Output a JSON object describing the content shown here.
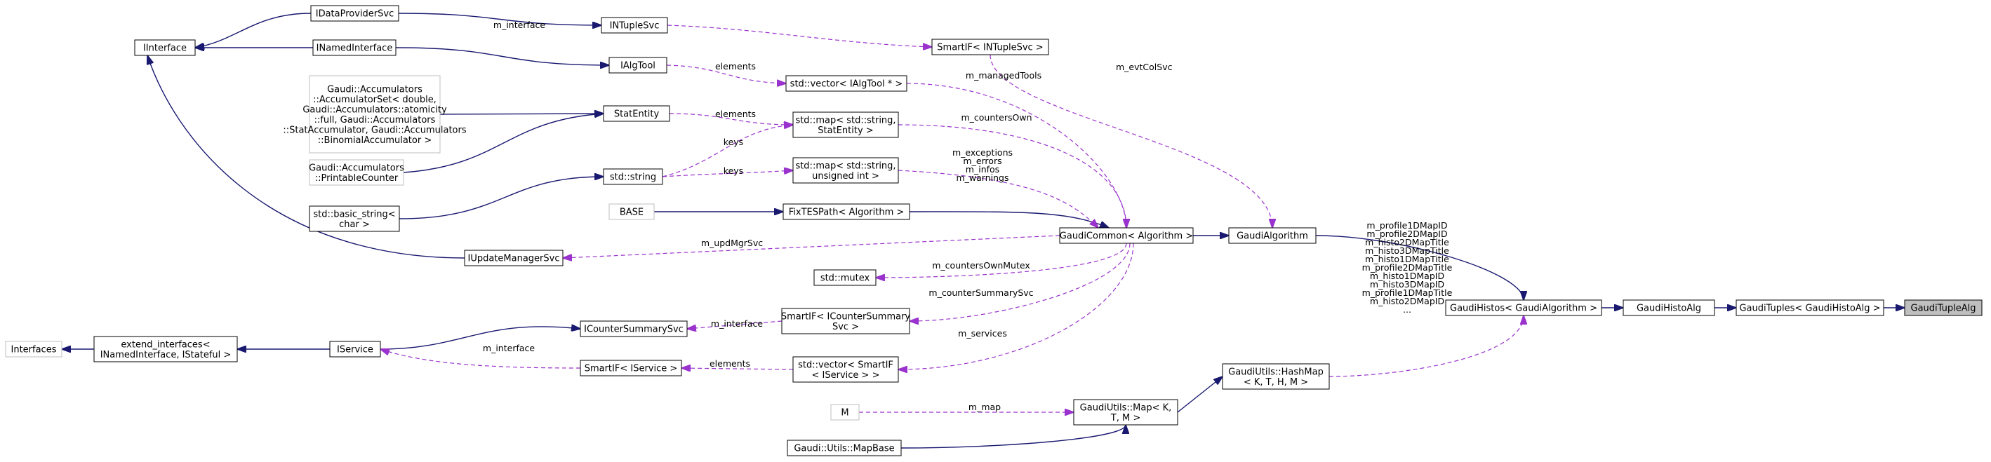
{
  "nodes": {
    "GaudiTupleAlg": [
      "GaudiTupleAlg"
    ],
    "GaudiTuples": [
      "GaudiTuples< GaudiHistoAlg >"
    ],
    "GaudiHistoAlg": [
      "GaudiHistoAlg"
    ],
    "GaudiHistos": [
      "GaudiHistos< GaudiAlgorithm >"
    ],
    "GaudiAlgorithm": [
      "GaudiAlgorithm"
    ],
    "GaudiCommon": [
      "GaudiCommon< Algorithm >"
    ],
    "FixTESPath": [
      "FixTESPath< Algorithm >"
    ],
    "BASE": [
      "BASE"
    ],
    "IUpdateManagerSvc": [
      "IUpdateManagerSvc"
    ],
    "IInterface": [
      "IInterface"
    ],
    "IDataProviderSvc": [
      "IDataProviderSvc"
    ],
    "INamedInterface": [
      "INamedInterface"
    ],
    "INTupleSvc": [
      "INTupleSvc"
    ],
    "IAlgTool": [
      "IAlgTool"
    ],
    "StatEntity": [
      "StatEntity"
    ],
    "AccumulatorSet": [
      "Gaudi::Accumulators",
      "::AccumulatorSet< double,",
      " Gaudi::Accumulators::atomicity",
      "::full, Gaudi::Accumulators",
      "::StatAccumulator, Gaudi::Accumulators",
      "::BinomialAccumulator >"
    ],
    "PrintableCounter": [
      "Gaudi::Accumulators",
      "::PrintableCounter"
    ],
    "stdString": [
      "std::string"
    ],
    "basicString": [
      "std::basic_string<",
      " char >"
    ],
    "SmartIFNTuple": [
      "SmartIF< INTupleSvc >"
    ],
    "vecIAlgTool": [
      "std::vector< IAlgTool * >"
    ],
    "mapStatEntity": [
      "std::map< std::string,",
      " StatEntity >"
    ],
    "mapUInt": [
      "std::map< std::string,",
      " unsigned int >"
    ],
    "stdMutex": [
      "std::mutex"
    ],
    "SmartIFCounter": [
      "SmartIF< ICounterSummary",
      "Svc >"
    ],
    "vecSmartIF": [
      "std::vector< SmartIF",
      "< IService > >"
    ],
    "ICounterSummarySvc": [
      "ICounterSummarySvc"
    ],
    "SmartIFIService": [
      "SmartIF< IService >"
    ],
    "IService": [
      "IService"
    ],
    "extendInterfaces": [
      "extend_interfaces<",
      " INamedInterface, IStateful >"
    ],
    "Interfaces": [
      "Interfaces"
    ],
    "GaudiUtilsHashMap": [
      "GaudiUtils::HashMap",
      "< K, T, H, M >"
    ],
    "GaudiUtilsMap": [
      "GaudiUtils::Map< K,",
      " T, M >"
    ],
    "M": [
      "M"
    ],
    "MapBase": [
      "Gaudi::Utils::MapBase"
    ]
  },
  "edge_labels": {
    "m_interface_ntuple": [
      "m_interface"
    ],
    "m_evtColSvc": [
      "m_evtColSvc"
    ],
    "elements_tools": [
      "elements"
    ],
    "m_managedTools": [
      "m_managedTools"
    ],
    "elements_stat": [
      "elements"
    ],
    "m_countersOwn": [
      "m_countersOwn"
    ],
    "keys_stat": [
      "keys"
    ],
    "keys_uint": [
      "keys"
    ],
    "m_counts": [
      "m_exceptions",
      "m_errors",
      "m_infos",
      "m_warnings"
    ],
    "m_updMgrSvc": [
      "m_updMgrSvc"
    ],
    "m_countersOwnMutex": [
      "m_countersOwnMutex"
    ],
    "m_counterSummarySvc": [
      "m_counterSummarySvc"
    ],
    "m_interface_counter": [
      "m_interface"
    ],
    "m_services": [
      "m_services"
    ],
    "elements_service": [
      "elements"
    ],
    "m_interface_service": [
      "m_interface"
    ],
    "m_map": [
      "m_map"
    ],
    "histo_ids": [
      "m_profile1DMapID",
      "m_profile2DMapID",
      "m_histo2DMapTitle",
      "m_histo3DMapTitle",
      "m_histo1DMapTitle",
      "m_profile2DMapTitle",
      "m_histo1DMapID",
      "m_histo3DMapID",
      "m_profile1DMapTitle",
      "m_histo2DMapID",
      "..."
    ]
  },
  "colors": {
    "inheritance_edge": "#191970",
    "usage_edge": "#9a32cd",
    "focus_fill": "#bfbfbf",
    "gray_border": "#bfbfbf"
  }
}
